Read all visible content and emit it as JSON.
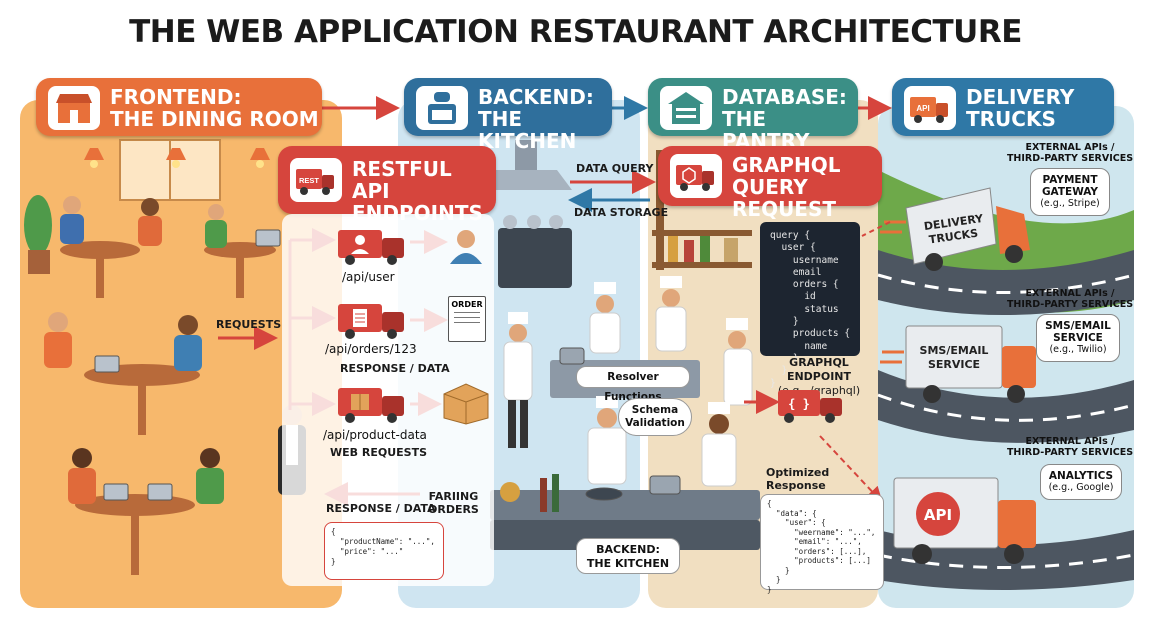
{
  "title": "THE WEB APPLICATION RESTAURANT ARCHITECTURE",
  "sections": {
    "frontend": {
      "line1": "FRONTEND:",
      "line2": "THE DINING ROOM"
    },
    "backend": {
      "line1": "BACKEND:",
      "line2": "THE KITCHEN"
    },
    "database": {
      "line1": "DATABASE:",
      "line2": "THE PANTRY"
    },
    "delivery": {
      "line1": "DELIVERY",
      "line2": "TRUCKS",
      "icon_text": "API"
    },
    "rest": {
      "line1": "RESTFUL API",
      "line2": "ENDPOINTS",
      "icon_text": "REST"
    },
    "graphql": {
      "line1": "GRAPHQL QUERY",
      "line2": "REQUEST"
    }
  },
  "flows": {
    "requests": "REQUESTS",
    "data_query": "DATA QUERY",
    "data_storage": "DATA STORAGE",
    "response_data_1": "RESPONSE / DATA",
    "web_requests": "WEB REQUESTS",
    "response_data_2": "RESPONSE / DATA",
    "failing_orders_1": "FARIING",
    "failing_orders_2": "ORDERS"
  },
  "endpoints": {
    "user": "/api/user",
    "orders": "/api/orders/123",
    "product": "/api/product-data",
    "order_doc": "ORDER"
  },
  "rest_json": [
    "{",
    "  \"productName\": \"...\",",
    "  \"price\": \"...\"",
    "}"
  ],
  "kitchen": {
    "resolver": "Resolver Functions",
    "schema_1": "Schema",
    "schema_2": "Validation",
    "footer_1": "BACKEND:",
    "footer_2": "THE KITCHEN"
  },
  "graphql": {
    "query_code": "query {\n  user {\n    username\n    email\n    orders {\n      id\n      status\n    }\n    products {\n      name\n    }\n  }\n}",
    "endpoint_1": "GRAPHQL ENDPOINT",
    "endpoint_2": "(e.g., /graphql)",
    "truck_icon": "{ }",
    "optimized_1": "Optimized",
    "optimized_2": "Response",
    "response_code": "{\n  \"data\": {\n    \"user\": {\n      \"weername\": \"...\",\n      \"email\": \"...\",\n      \"orders\": [...],\n      \"products\": [...]\n    }\n  }\n}"
  },
  "delivery": {
    "ext_1": "EXTERNAL APIs /",
    "ext_2": "THIRD-PARTY SERVICES",
    "payment_1": "PAYMENT",
    "payment_2": "GATEWAY",
    "payment_3": "(e.g., Stripe)",
    "truck1": "DELIVERY TRUCKS",
    "sms_1": "SMS/EMAIL",
    "sms_2": "SERVICE",
    "sms_3": "(e.g., Twilio)",
    "truck2": "SMS/EMAIL SERVICE",
    "analytics_1": "ANALYTICS",
    "analytics_2": "(e.g., Google)",
    "truck3": "API"
  },
  "colors": {
    "frontend": "#e8703a",
    "backend": "#2f6f9c",
    "database": "#3b8f86",
    "delivery": "#2f78a6",
    "api_red": "#d6453d"
  }
}
